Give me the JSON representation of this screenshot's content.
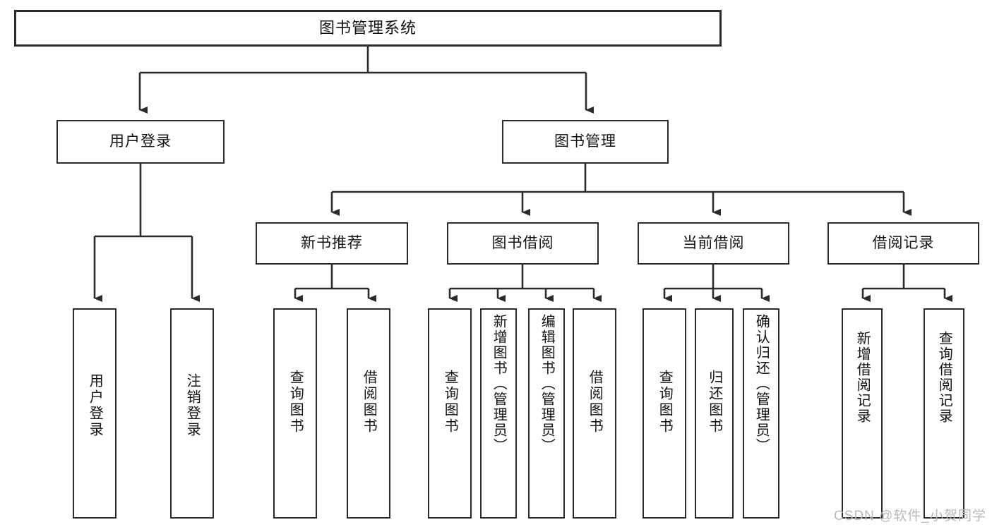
{
  "diagram": {
    "title": "图书管理系统",
    "type": "tree",
    "watermark": "CSDN @软件_小贺同学",
    "colors": {
      "box_border": "#2b2b2b",
      "box_fill": "#ffffff",
      "connector": "#2b2b2b",
      "text": "#111111",
      "watermark": "#b9b9b9"
    },
    "root": {
      "label": "图书管理系统"
    },
    "level2": [
      {
        "label": "用户登录"
      },
      {
        "label": "图书管理"
      }
    ],
    "level3": [
      {
        "label": "新书推荐"
      },
      {
        "label": "图书借阅"
      },
      {
        "label": "当前借阅"
      },
      {
        "label": "借阅记录"
      }
    ],
    "leaves": [
      {
        "label": "用户登录",
        "parent": "用户登录"
      },
      {
        "label": "注销登录",
        "parent": "用户登录"
      },
      {
        "label": "查询图书",
        "parent": "新书推荐"
      },
      {
        "label": "借阅图书",
        "parent": "新书推荐"
      },
      {
        "label": "查询图书",
        "parent": "图书借阅"
      },
      {
        "label": "新增图书（管理员）",
        "parent": "图书借阅"
      },
      {
        "label": "编辑图书（管理员）",
        "parent": "图书借阅"
      },
      {
        "label": "借阅图书",
        "parent": "图书借阅"
      },
      {
        "label": "查询图书",
        "parent": "当前借阅"
      },
      {
        "label": "归还图书",
        "parent": "当前借阅"
      },
      {
        "label": "确认归还（管理员）",
        "parent": "当前借阅"
      },
      {
        "label": "新增借阅记录",
        "parent": "借阅记录"
      },
      {
        "label": "查询借阅记录",
        "parent": "借阅记录"
      }
    ]
  }
}
